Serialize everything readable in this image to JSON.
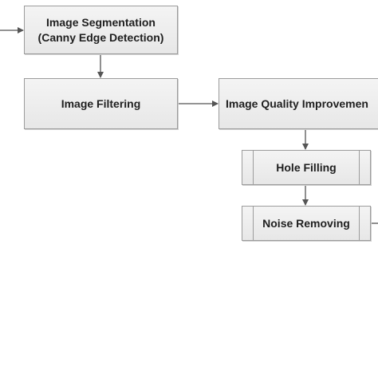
{
  "nodes": {
    "segmentation": {
      "line1": "Image Segmentation",
      "line2": "(Canny Edge Detection)"
    },
    "filtering": {
      "label": "Image Filtering"
    },
    "quality": {
      "label": "Image Quality Improvemen"
    },
    "hole_filling": {
      "label": "Hole Filling"
    },
    "noise_removing": {
      "label": "Noise Removing"
    }
  },
  "colors": {
    "box_fill": "#ececec",
    "box_border": "#9c9c9c",
    "arrow": "#555555",
    "text": "#1f1f1f"
  }
}
